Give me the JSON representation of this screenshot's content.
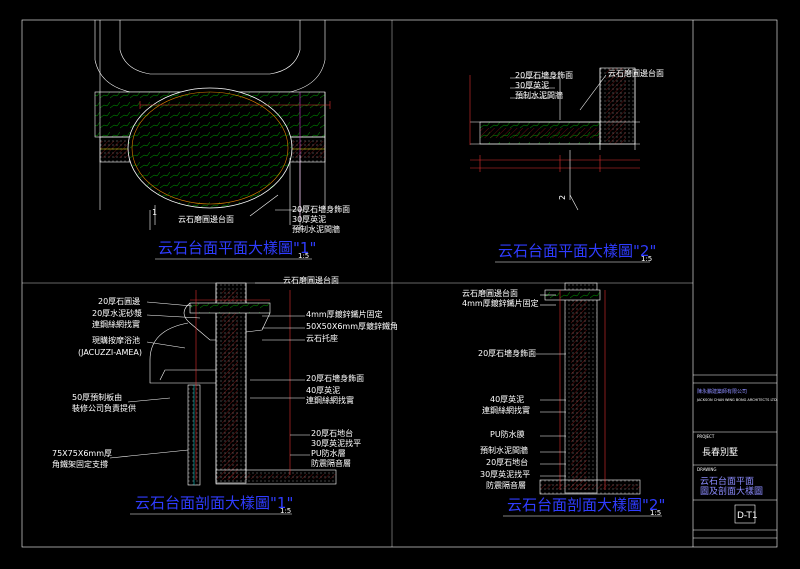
{
  "drawings": {
    "plan1": {
      "title": "云石台面平面大樣圖\"1\"",
      "scale": "1:5",
      "labels": [
        "云石磨圓邊台面",
        "20厚石墻身飾面",
        "30厚英泥",
        "預制水泥間牆"
      ],
      "mark": "1"
    },
    "plan2": {
      "title": "云石台面平面大樣圖\"2\"",
      "scale": "1:5",
      "labels": [
        "20厚石墻身飾面",
        "30厚英泥",
        "預制水泥間牆",
        "云石磨圓邊台面"
      ],
      "mark": "2"
    },
    "section1": {
      "title": "云石台面剖面大樣圖\"1\"",
      "scale": "1:5",
      "labels_left": [
        "20厚石圓邊",
        "20厚水泥砂漿",
        "連鋼絲網找實",
        "現購按摩浴池",
        "(JACUZZI-AMEA)",
        "50厚預制板由",
        "裝修公司負責提供",
        "75X75X6mm厚",
        "角鐵架固定支撐"
      ],
      "labels_right": [
        "云石磨圓邊台面",
        "4mm厚鍍鋅鐵片固定",
        "50X50X6mm厚鍍鋅鐵角",
        "云石托座",
        "20厚石墻身飾面",
        "40厚英泥",
        "連鋼絲網找實",
        "20厚石地台",
        "30厚英泥找平",
        "PU防水層",
        "防震隔音層"
      ]
    },
    "section2": {
      "title": "云石台面剖面大樣圖\"2\"",
      "scale": "1:5",
      "labels": [
        "云石磨圓邊台面",
        "4mm厚鍍鋅鐵片固定",
        "20厚石墻身飾面",
        "40厚英泥",
        "連鋼絲網找實",
        "PU防水膜",
        "預制水泥間牆",
        "20厚石地台",
        "30厚英泥找平",
        "防震隔音層"
      ]
    }
  },
  "title_block": {
    "company_cn": "陳永鵬建築師有限公司",
    "company_en": "JACKSON CHAN WING BONG ARCHITECTS LTD.",
    "project_label": "PROJECT",
    "project": "長春別墅",
    "drawing_label": "DRAWING",
    "drawing": "云石台面平面圖及剖面大樣圖",
    "dwg_no": "D-T1"
  },
  "colors": {
    "title": "#2f3cff",
    "line": "#ffffff",
    "border": "#ffffff"
  }
}
